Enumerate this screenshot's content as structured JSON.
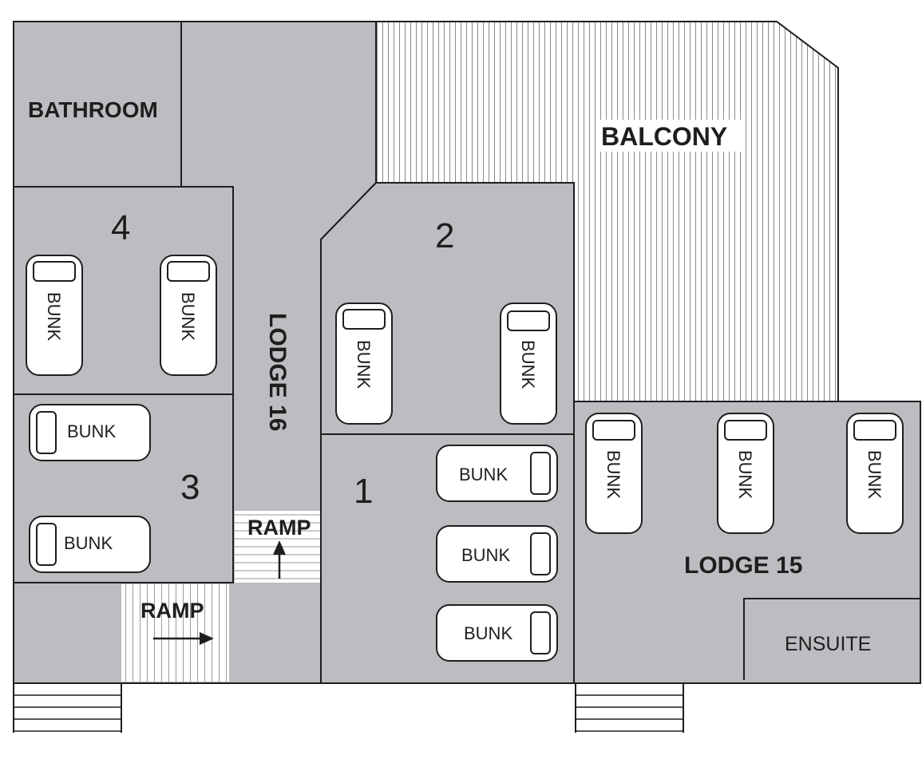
{
  "rooms": {
    "bathroom": "BATHROOM",
    "balcony": "BALCONY",
    "lodge16": "LODGE 16",
    "lodge15": "LODGE 15",
    "ensuite": "ENSUITE",
    "room1": "1",
    "room2": "2",
    "room3": "3",
    "room4": "4"
  },
  "ramps": {
    "upper": "RAMP",
    "lower": "RAMP"
  },
  "bunk_label": "BUNK",
  "colors": {
    "floor": "#bcbdc0",
    "wall": "#1e1e1e",
    "bunk": "#ffffff"
  }
}
